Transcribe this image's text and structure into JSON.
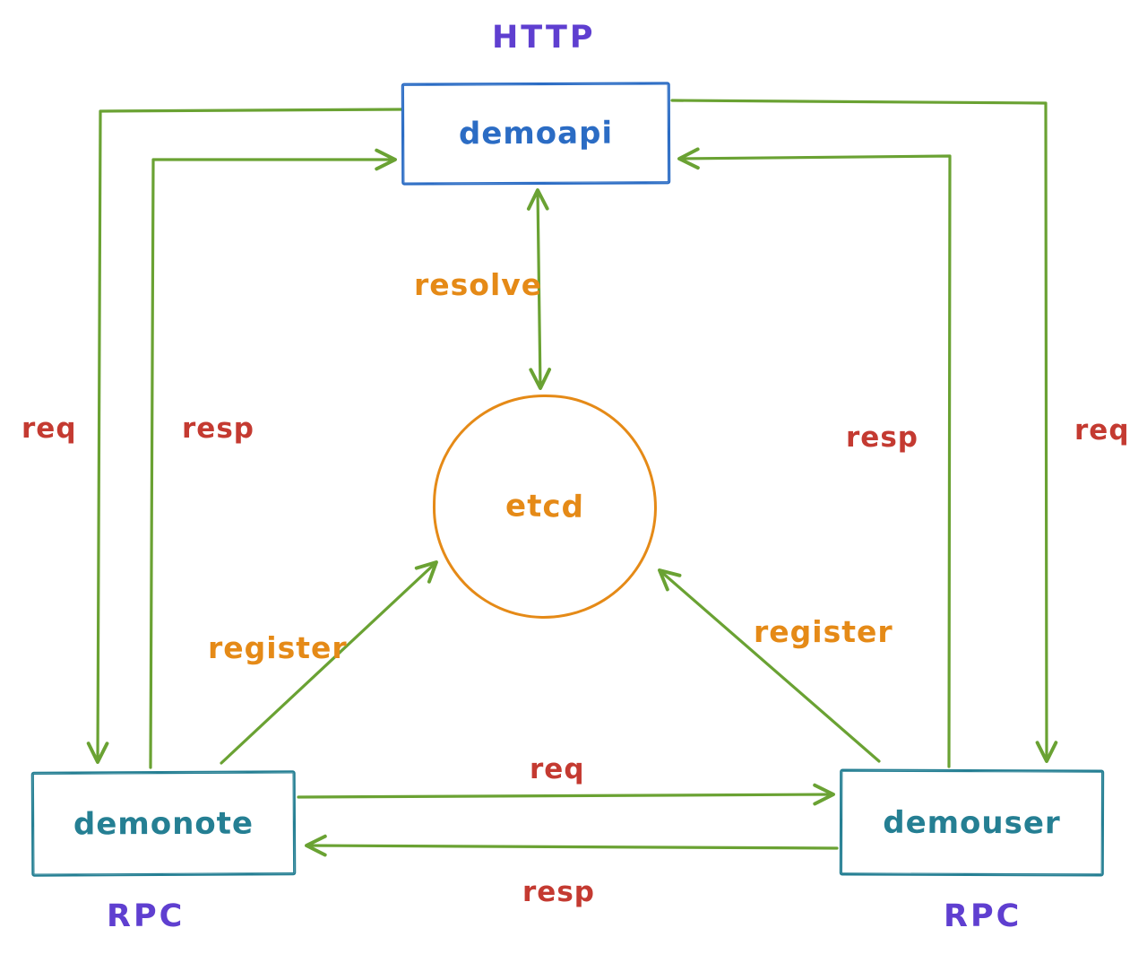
{
  "diagram_type": "service-architecture-sketch",
  "colors": {
    "arrow_green": "#6aa233",
    "label_red": "#c43a31",
    "label_orange": "#e58a17",
    "protocol_purple": "#5f3fd0",
    "api_blue": "#2b6cc4",
    "service_teal": "#257f93",
    "canvas_bg": "#ffffff"
  },
  "nodes": {
    "demoapi": {
      "label": "demoapi",
      "shape": "rectangle",
      "color": "#2b6cc4"
    },
    "etcd": {
      "label": "etcd",
      "shape": "circle",
      "color": "#e58a17"
    },
    "demonote": {
      "label": "demonote",
      "shape": "rectangle",
      "color": "#257f93"
    },
    "demouser": {
      "label": "demouser",
      "shape": "rectangle",
      "color": "#257f93"
    }
  },
  "protocols": {
    "http_demoapi": "HTTP",
    "rpc_demonote": "RPC",
    "rpc_demouser": "RPC"
  },
  "edge_labels": {
    "resolve": "resolve",
    "register_left": "register",
    "register_right": "register",
    "req_left": "req",
    "resp_left": "resp",
    "req_right": "req",
    "resp_right": "resp",
    "req_middle": "req",
    "resp_middle": "resp"
  },
  "edges": [
    {
      "name": "req-demoapi-to-demonote",
      "from": "demoapi",
      "to": "demonote",
      "label": "req"
    },
    {
      "name": "resp-demonote-to-demoapi",
      "from": "demonote",
      "to": "demoapi",
      "label": "resp"
    },
    {
      "name": "req-demoapi-to-demouser",
      "from": "demoapi",
      "to": "demouser",
      "label": "req"
    },
    {
      "name": "resp-demouser-to-demoapi",
      "from": "demouser",
      "to": "demoapi",
      "label": "resp"
    },
    {
      "name": "resolve-demoapi-etcd",
      "from": "demoapi",
      "to": "etcd",
      "label": "resolve",
      "bidirectional": true
    },
    {
      "name": "register-demonote-to-etcd",
      "from": "demonote",
      "to": "etcd",
      "label": "register"
    },
    {
      "name": "register-demouser-to-etcd",
      "from": "demouser",
      "to": "etcd",
      "label": "register"
    },
    {
      "name": "req-demonote-to-demouser",
      "from": "demonote",
      "to": "demouser",
      "label": "req"
    },
    {
      "name": "resp-demouser-to-demonote",
      "from": "demouser",
      "to": "demonote",
      "label": "resp"
    }
  ]
}
